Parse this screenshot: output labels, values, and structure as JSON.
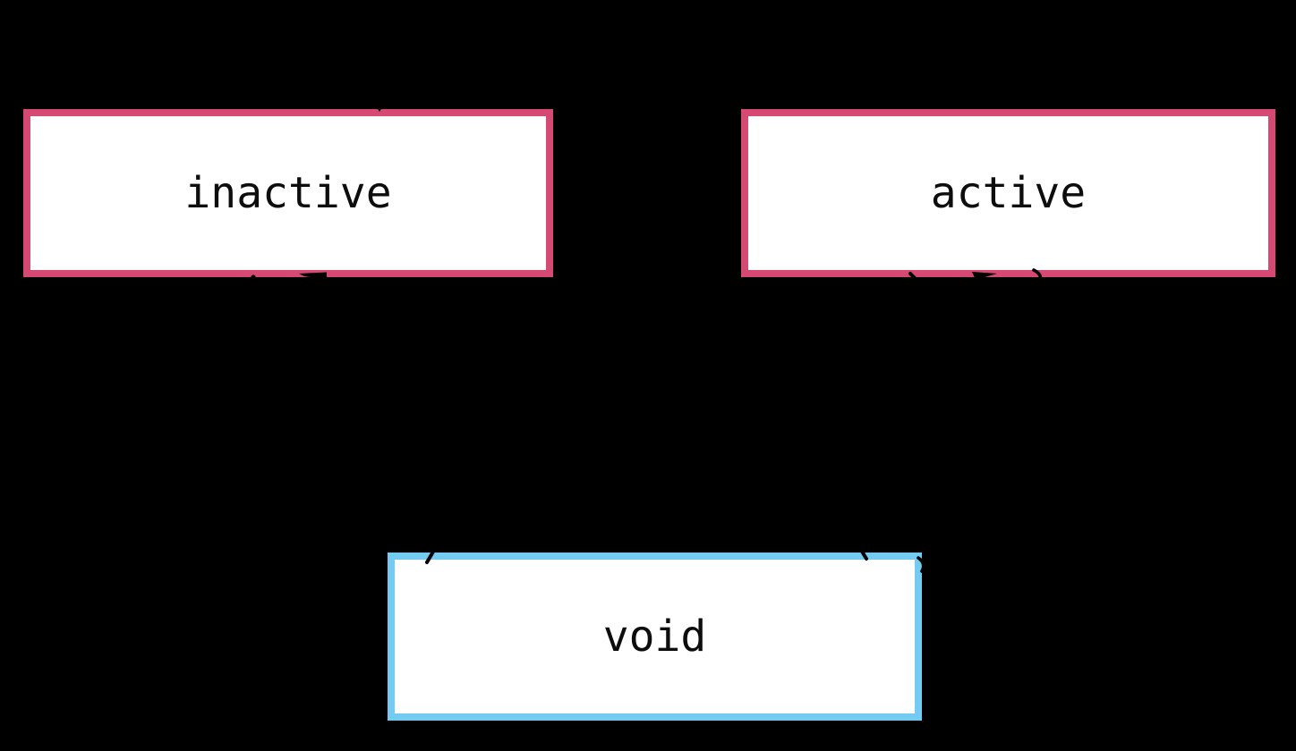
{
  "canvas": {
    "background_color": "#000000",
    "edge_color": "#000000"
  },
  "diagram": {
    "type": "state-diagram",
    "nodes": [
      {
        "id": "inactive",
        "label": "inactive",
        "border_color": "#d64972",
        "fill_color": "#ffffff",
        "text_color": "#0d0d0d"
      },
      {
        "id": "active",
        "label": "active",
        "border_color": "#d64972",
        "fill_color": "#ffffff",
        "text_color": "#0d0d0d"
      },
      {
        "id": "void",
        "label": "void",
        "border_color": "#74cbf1",
        "fill_color": "#ffffff",
        "text_color": "#0d0d0d"
      }
    ]
  }
}
